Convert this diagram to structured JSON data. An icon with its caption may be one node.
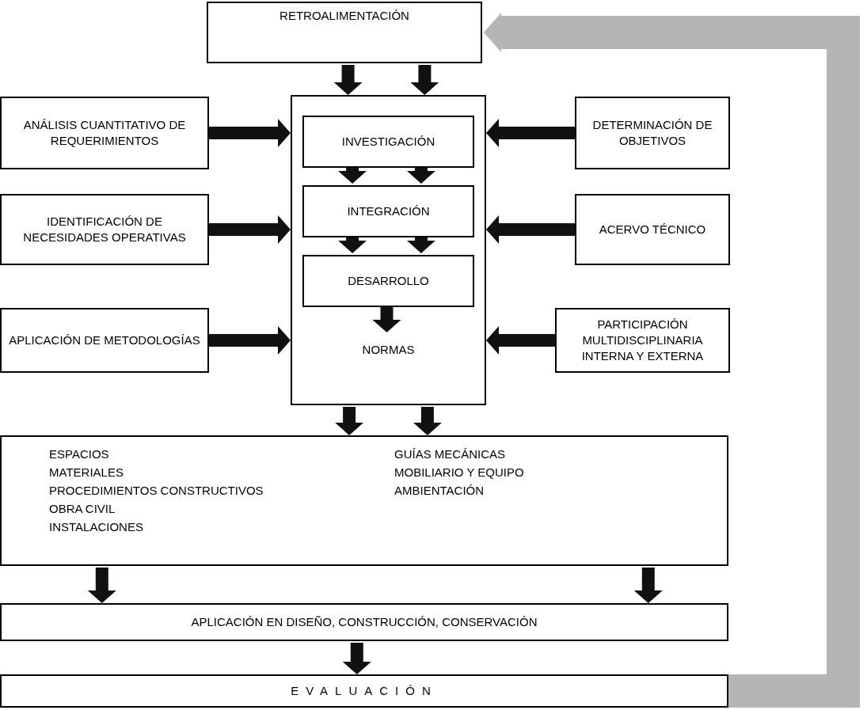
{
  "diagram": {
    "nodes": [
      {
        "text": [
          "RETROALIMENTACIÓN"
        ]
      },
      {
        "text": [],
        "shape": "box"
      },
      {
        "text": [
          "INVESTIGACIÓN"
        ],
        "in": 1
      },
      {
        "text": [
          "INTEGRACIÓN"
        ],
        "in": 1
      },
      {
        "text": [
          "DESARROLLO"
        ],
        "in": 1
      },
      {
        "text": [
          "NORMAS"
        ],
        "in": 1
      },
      {
        "text": [
          "ANÁLISIS CUANTITATIVO DE REQUERIMIENTOS"
        ]
      },
      {
        "text": [
          "IDENTIFICACIÓN DE NECESIDADES OPERATIVAS"
        ]
      },
      {
        "text": [
          "APLICACIÓN DE METODOLOGÍAS"
        ]
      },
      {
        "text": [
          "DETERMINACIÓN DE OBJETIVOS"
        ]
      },
      {
        "text": [
          "ACERVO TÉCNICO"
        ]
      },
      {
        "text": [
          "PARTICIPACIÓN MULTIDISCIPLINARIA INTERNA Y EXTERNA"
        ]
      },
      {
        "text": [
          "ESPACIOS",
          "MATERIALES",
          "PROCEDIMIENTOS CONSTRUCTIVOS",
          "OBRA CIVIL",
          "INSTALACIONES",
          "GUÍAS MECÁNICAS",
          "MOBILIARIO Y EQUIPO",
          "AMBIENTACIÓN"
        ]
      },
      {
        "text": [
          "APLICACIÓN EN DISEÑO, CONSTRUCCIÓN, CONSERVACIÓN"
        ]
      },
      {
        "text": [
          "EVALUACIÓN"
        ]
      }
    ],
    "edges": [
      {
        "from": 0,
        "to": 1,
        "arrow": "to"
      },
      {
        "from": 0,
        "to": 1,
        "arrow": "to"
      },
      {
        "from": 2,
        "to": 3,
        "arrow": "to"
      },
      {
        "from": 2,
        "to": 3,
        "arrow": "to"
      },
      {
        "from": 3,
        "to": 4,
        "arrow": "to"
      },
      {
        "from": 3,
        "to": 4,
        "arrow": "to"
      },
      {
        "from": 4,
        "to": 5,
        "arrow": "to"
      },
      {
        "from": 6,
        "to": 1,
        "arrow": "to"
      },
      {
        "from": 7,
        "to": 1,
        "arrow": "to"
      },
      {
        "from": 8,
        "to": 1,
        "arrow": "to"
      },
      {
        "from": 9,
        "to": 1,
        "arrow": "to"
      },
      {
        "from": 10,
        "to": 1,
        "arrow": "to"
      },
      {
        "from": 11,
        "to": 1,
        "arrow": "to"
      },
      {
        "from": 1,
        "to": 12,
        "arrow": "to"
      },
      {
        "from": 1,
        "to": 12,
        "arrow": "to"
      },
      {
        "from": 12,
        "to": 13,
        "arrow": "to"
      },
      {
        "from": 12,
        "to": 13,
        "arrow": "to"
      },
      {
        "from": 13,
        "to": 14,
        "arrow": "to"
      },
      {
        "from": 14,
        "to": 0,
        "arrow": "to",
        "style": "thick",
        "color": "#b5b5b5"
      }
    ]
  }
}
